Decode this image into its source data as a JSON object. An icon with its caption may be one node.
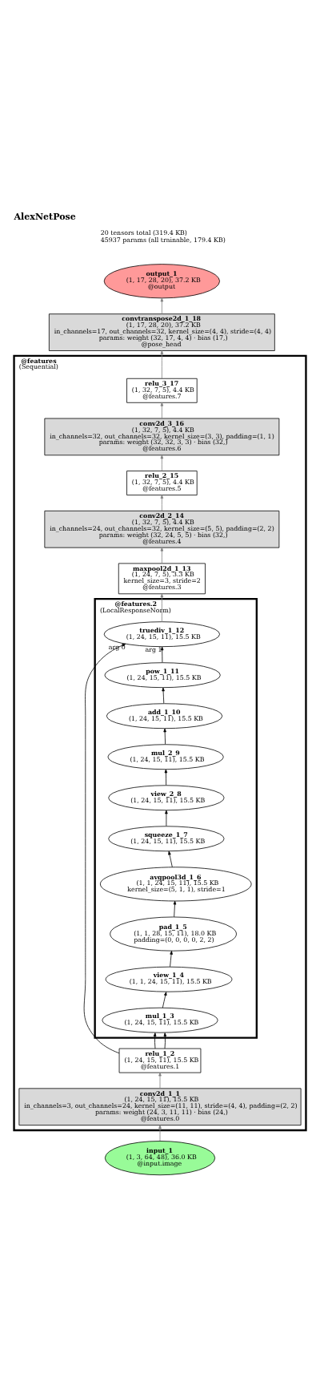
{
  "diagram": {
    "title": "AlexNetPose",
    "nodes": [
      {
        "text": [
          "output_1",
          "(1, 17, 28, 20), 37.2 KB",
          "@output"
        ]
      },
      {
        "text": [
          "convtranspose2d_1_18",
          "(1, 17, 28, 20), 37.2 KB",
          "in_channels=17, out_channels=32, kernel_size=(4, 4), stride=(4, 4)",
          "params: weight (32, 17, 4, 4) · bias (17,)",
          "@pose_head"
        ]
      },
      {
        "text": [
          "@features",
          "(Sequential)"
        ]
      },
      {
        "text": [
          "relu_3_17",
          "(1, 32, 7, 5), 4.4 KB",
          "@features.7"
        ],
        "in": 2
      },
      {
        "text": [
          "conv2d_3_16",
          "(1, 32, 7, 5), 4.4 KB",
          "in_channels=32, out_channels=32, kernel_size=(3, 3), padding=(1, 1)",
          "params: weight (32, 32, 3, 3) · bias (32,)",
          "@features.6"
        ],
        "in": 2
      },
      {
        "text": [
          "relu_2_15",
          "(1, 32, 7, 5), 4.4 KB",
          "@features.5"
        ],
        "in": 2
      },
      {
        "text": [
          "conv2d_2_14",
          "(1, 32, 7, 5), 4.4 KB",
          "in_channels=24, out_channels=32, kernel_size=(5, 5), padding=(2, 2)",
          "params: weight (32, 24, 5, 5) · bias (32,)",
          "@features.4"
        ],
        "in": 2
      },
      {
        "text": [
          "maxpool2d_1_13",
          "(1, 24, 7, 5), 3.3 KB",
          "kernel_size=3, stride=2",
          "@features.3"
        ],
        "in": 2
      },
      {
        "text": [
          "@features.2",
          "(LocalResponseNorm)"
        ],
        "in": 2
      },
      {
        "text": [
          "truediv_1_12",
          "(1, 24, 15, 11), 15.5 KB"
        ],
        "in": 8
      },
      {
        "text": [
          "pow_1_11",
          "(1, 24, 15, 11), 15.5 KB"
        ],
        "in": 8
      },
      {
        "text": [
          "add_1_10",
          "(1, 24, 15, 11), 15.5 KB"
        ],
        "in": 8
      },
      {
        "text": [
          "mul_2_9",
          "(1, 24, 15, 11), 15.5 KB"
        ],
        "in": 8
      },
      {
        "text": [
          "view_2_8",
          "(1, 24, 15, 11), 15.5 KB"
        ],
        "in": 8
      },
      {
        "text": [
          "squeeze_1_7",
          "(1, 24, 15, 11), 15.5 KB"
        ],
        "in": 8
      },
      {
        "text": [
          "avgpool3d_1_6",
          "(1, 1, 24, 15, 11), 15.5 KB",
          "kernel_size=(5, 1, 1), stride=1"
        ],
        "in": 8
      },
      {
        "text": [
          "pad_1_5",
          "(1, 1, 28, 15, 11), 18.0 KB",
          "padding=(0, 0, 0, 0, 2, 2)"
        ],
        "in": 8
      },
      {
        "text": [
          "view_1_4",
          "(1, 1, 24, 15, 11), 15.5 KB"
        ],
        "in": 8
      },
      {
        "text": [
          "mul_1_3",
          "(1, 24, 15, 11), 15.5 KB"
        ],
        "in": 8
      },
      {
        "text": [
          "relu_1_2",
          "(1, 24, 15, 11), 15.5 KB",
          "@features.1"
        ],
        "in": 2
      },
      {
        "text": [
          "conv2d_1_1",
          "(1, 24, 15, 11), 15.5 KB",
          "in_channels=3, out_channels=24, kernel_size=(11, 11), stride=(4, 4), padding=(2, 2)",
          "params: weight (24, 3, 11, 11) · bias (24,)",
          "@features.0"
        ],
        "in": 2
      },
      {
        "text": [
          "input_1",
          "(1, 3, 64, 48), 36.0 KB",
          "@input.image"
        ]
      }
    ],
    "edges": [
      {
        "from": 21,
        "to": 20,
        "arrow": "to",
        "color": "#808080"
      },
      {
        "from": 20,
        "to": 19,
        "arrow": "to",
        "color": "#808080"
      },
      {
        "from": 19,
        "to": 18,
        "arrow": "to"
      },
      {
        "from": 19,
        "to": 18,
        "arrow": "to"
      },
      {
        "from": 19,
        "to": 9,
        "arrow": "to",
        "label": "arg 0"
      },
      {
        "from": 18,
        "to": 17,
        "arrow": "to"
      },
      {
        "from": 17,
        "to": 16,
        "arrow": "to"
      },
      {
        "from": 16,
        "to": 15,
        "arrow": "to"
      },
      {
        "from": 15,
        "to": 14,
        "arrow": "to"
      },
      {
        "from": 14,
        "to": 13,
        "arrow": "to"
      },
      {
        "from": 13,
        "to": 12,
        "arrow": "to"
      },
      {
        "from": 12,
        "to": 11,
        "arrow": "to"
      },
      {
        "from": 11,
        "to": 10,
        "arrow": "to"
      },
      {
        "from": 10,
        "to": 9,
        "arrow": "to",
        "label": "arg 1"
      },
      {
        "from": 9,
        "to": 7,
        "arrow": "to",
        "color": "#808080"
      },
      {
        "from": 7,
        "to": 6,
        "arrow": "to",
        "color": "#808080"
      },
      {
        "from": 6,
        "to": 5,
        "arrow": "to",
        "color": "#808080"
      },
      {
        "from": 5,
        "to": 4,
        "arrow": "to",
        "color": "#808080"
      },
      {
        "from": 4,
        "to": 3,
        "arrow": "to",
        "color": "#808080"
      },
      {
        "from": 3,
        "to": 1,
        "arrow": "to",
        "color": "#808080"
      },
      {
        "from": 1,
        "to": 0,
        "arrow": "to",
        "color": "#808080"
      }
    ],
    "labels": [
      "20 tensors total (319.4 KB)",
      "45937 params (all trainable, 179.4 KB)"
    ]
  }
}
